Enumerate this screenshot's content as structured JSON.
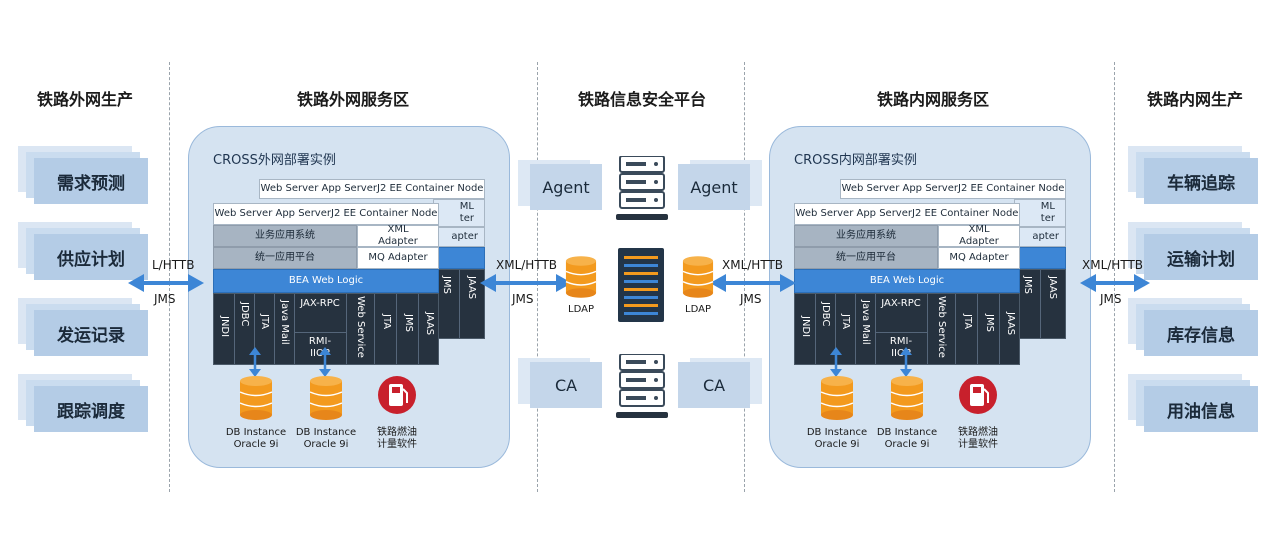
{
  "zones": {
    "outer_prod": "铁路外网生产",
    "outer_service": "铁路外网服务区",
    "security": "铁路信息安全平台",
    "inner_service": "铁路内网服务区",
    "inner_prod": "铁路内网生产"
  },
  "left_items": [
    "需求预测",
    "供应计划",
    "发运记录",
    "跟踪调度"
  ],
  "right_items": [
    "车辆追踪",
    "运输计划",
    "库存信息",
    "用油信息"
  ],
  "left_panel": {
    "title": "CROSS外网部署实例",
    "back_header": "Web Server App ServerJ2 EE Container Node",
    "front_header": "Web Server App ServerJ2 EE Container Node",
    "biz": "业务应用系统",
    "xml_adapter": "XML Adapter",
    "back_xml": "ML\nter",
    "back_adapter": "apter",
    "platform": "统一应用平台",
    "mq_adapter": "MQ Adapter",
    "bea": "BEA Web Logic",
    "cols": [
      "JNDI",
      "JDBC",
      "JTA",
      "Java Mail"
    ],
    "jax": "JAX-RPC",
    "rmi": "RMI-IIOP",
    "cols_right": [
      "Web Service",
      "JTA",
      "JMS",
      "JAAS"
    ],
    "back_cols": [
      "JMS",
      "JAAS"
    ],
    "db1": "DB Instance Oracle 9i",
    "db2": "DB Instance Oracle 9i",
    "meter": "铁路燃油计量软件"
  },
  "right_panel": {
    "title": "CROSS内网部署实例",
    "back_header": "Web Server App ServerJ2 EE Container Node",
    "front_header": "Web Server App ServerJ2 EE Container Node",
    "biz": "业务应用系统",
    "xml_adapter": "XML Adapter",
    "back_xml": "ML\nter",
    "back_adapter": "apter",
    "platform": "统一应用平台",
    "mq_adapter": "MQ Adapter",
    "bea": "BEA Web Logic",
    "cols": [
      "JNDI",
      "JDBC",
      "JTA",
      "Java Mail"
    ],
    "jax": "JAX-RPC",
    "rmi": "RMI-IIOP",
    "cols_right": [
      "Web Service",
      "JTA",
      "JMS",
      "JAAS"
    ],
    "back_cols": [
      "JMS",
      "JAAS"
    ],
    "db1": "DB Instance Oracle 9i",
    "db2": "DB Instance Oracle 9i",
    "meter": "铁路燃油计量软件"
  },
  "connections": {
    "left_top": "L/HTTB",
    "left_bottom": "JMS",
    "mid_left_top": "XML/HTTB",
    "mid_left_bottom": "JMS",
    "mid_right_top": "XML/HTTB",
    "mid_right_bottom": "JMS",
    "right_top": "XML/HTTB",
    "right_bottom": "JMS"
  },
  "security": {
    "agent_left": "Agent",
    "agent_right": "Agent",
    "ca_left": "CA",
    "ca_right": "CA",
    "ldap_left": "LDAP",
    "ldap_right": "LDAP"
  },
  "colors": {
    "accent_blue": "#3d86d6",
    "db_orange": "#f39a1e",
    "navy": "#26323f",
    "meter_red": "#c8202c"
  }
}
